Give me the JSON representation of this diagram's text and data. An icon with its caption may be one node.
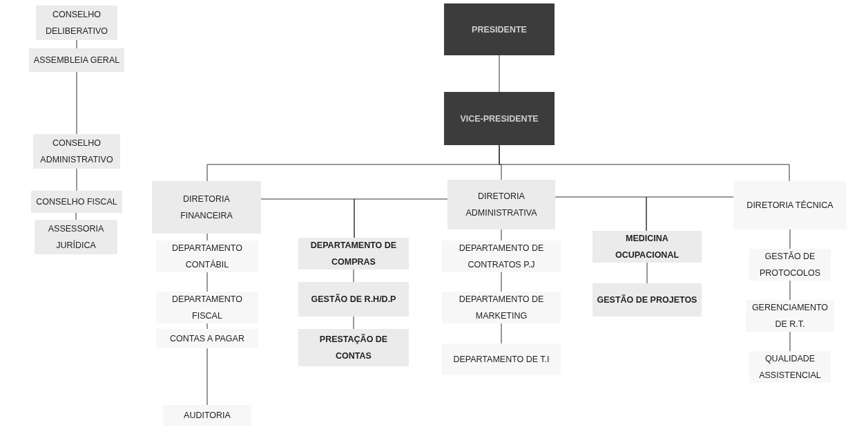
{
  "diagram": {
    "nodes": [
      {
        "text": [
          "CONSELHO DELIBERATIVO"
        ]
      },
      {
        "text": [
          "ASSEMBLEIA GERAL"
        ]
      },
      {
        "text": [
          "CONSELHO ADMINISTRATIVO"
        ]
      },
      {
        "text": [
          "CONSELHO FISCAL"
        ]
      },
      {
        "text": [
          "ASSESSORIA JURÍDICA"
        ]
      },
      {
        "text": [
          "PRESIDENTE"
        ]
      },
      {
        "text": [
          "VICE-PRESIDENTE"
        ]
      },
      {
        "text": [
          "DIRETORIA FINANCEIRA"
        ]
      },
      {
        "text": [
          "DEPARTAMENTO CONTÁBIL"
        ]
      },
      {
        "text": [
          "DEPARTAMENTO FISCAL"
        ]
      },
      {
        "text": [
          "CONTAS A PAGAR"
        ]
      },
      {
        "text": [
          "AUDITORIA"
        ]
      },
      {
        "text": [
          "DEPARTAMENTO DE COMPRAS"
        ]
      },
      {
        "text": [
          "GESTÃO DE R.H/D.P"
        ]
      },
      {
        "text": [
          "PRESTAÇÃO DE CONTAS"
        ]
      },
      {
        "text": [
          "DIRETORIA ADMINISTRATIVA"
        ]
      },
      {
        "text": [
          "DEPARTAMENTO DE CONTRATOS P.J"
        ]
      },
      {
        "text": [
          "DEPARTAMENTO DE MARKETING"
        ]
      },
      {
        "text": [
          "DEPARTAMENTO DE T.I"
        ]
      },
      {
        "text": [
          "MEDICINA OCUPACIONAL"
        ]
      },
      {
        "text": [
          "GESTÃO DE PROJETOS"
        ]
      },
      {
        "text": [
          "DIRETORIA TÉCNICA"
        ]
      },
      {
        "text": [
          "GESTÃO DE PROTOCOLOS"
        ]
      },
      {
        "text": [
          "GERENCIAMENTO DE R.T."
        ]
      },
      {
        "text": [
          "QUALIDADE ASSISTENCIAL"
        ]
      }
    ],
    "edges": [
      {
        "from": 0,
        "to": 1,
        "arrow": "none"
      },
      {
        "from": 1,
        "to": 2,
        "arrow": "none"
      },
      {
        "from": 2,
        "to": 3,
        "arrow": "none"
      },
      {
        "from": 3,
        "to": 4,
        "arrow": "none"
      },
      {
        "from": 5,
        "to": 6,
        "arrow": "none"
      },
      {
        "from": 6,
        "to": 7,
        "arrow": "none"
      },
      {
        "from": 6,
        "to": 15,
        "arrow": "none"
      },
      {
        "from": 6,
        "to": 21,
        "arrow": "none"
      },
      {
        "from": 7,
        "to": 8,
        "arrow": "none"
      },
      {
        "from": 8,
        "to": 9,
        "arrow": "none"
      },
      {
        "from": 9,
        "to": 10,
        "arrow": "none"
      },
      {
        "from": 10,
        "to": 11,
        "arrow": "none"
      },
      {
        "from": 7,
        "to": 12,
        "arrow": "none"
      },
      {
        "from": 15,
        "to": 12,
        "arrow": "none"
      },
      {
        "from": 12,
        "to": 13,
        "arrow": "none"
      },
      {
        "from": 13,
        "to": 14,
        "arrow": "none"
      },
      {
        "from": 15,
        "to": 16,
        "arrow": "none"
      },
      {
        "from": 16,
        "to": 17,
        "arrow": "none"
      },
      {
        "from": 17,
        "to": 18,
        "arrow": "none"
      },
      {
        "from": 15,
        "to": 19,
        "arrow": "none"
      },
      {
        "from": 21,
        "to": 19,
        "arrow": "none"
      },
      {
        "from": 19,
        "to": 20,
        "arrow": "none"
      },
      {
        "from": 21,
        "to": 22,
        "arrow": "none"
      },
      {
        "from": 22,
        "to": 23,
        "arrow": "none"
      },
      {
        "from": 23,
        "to": 24,
        "arrow": "none"
      }
    ]
  }
}
